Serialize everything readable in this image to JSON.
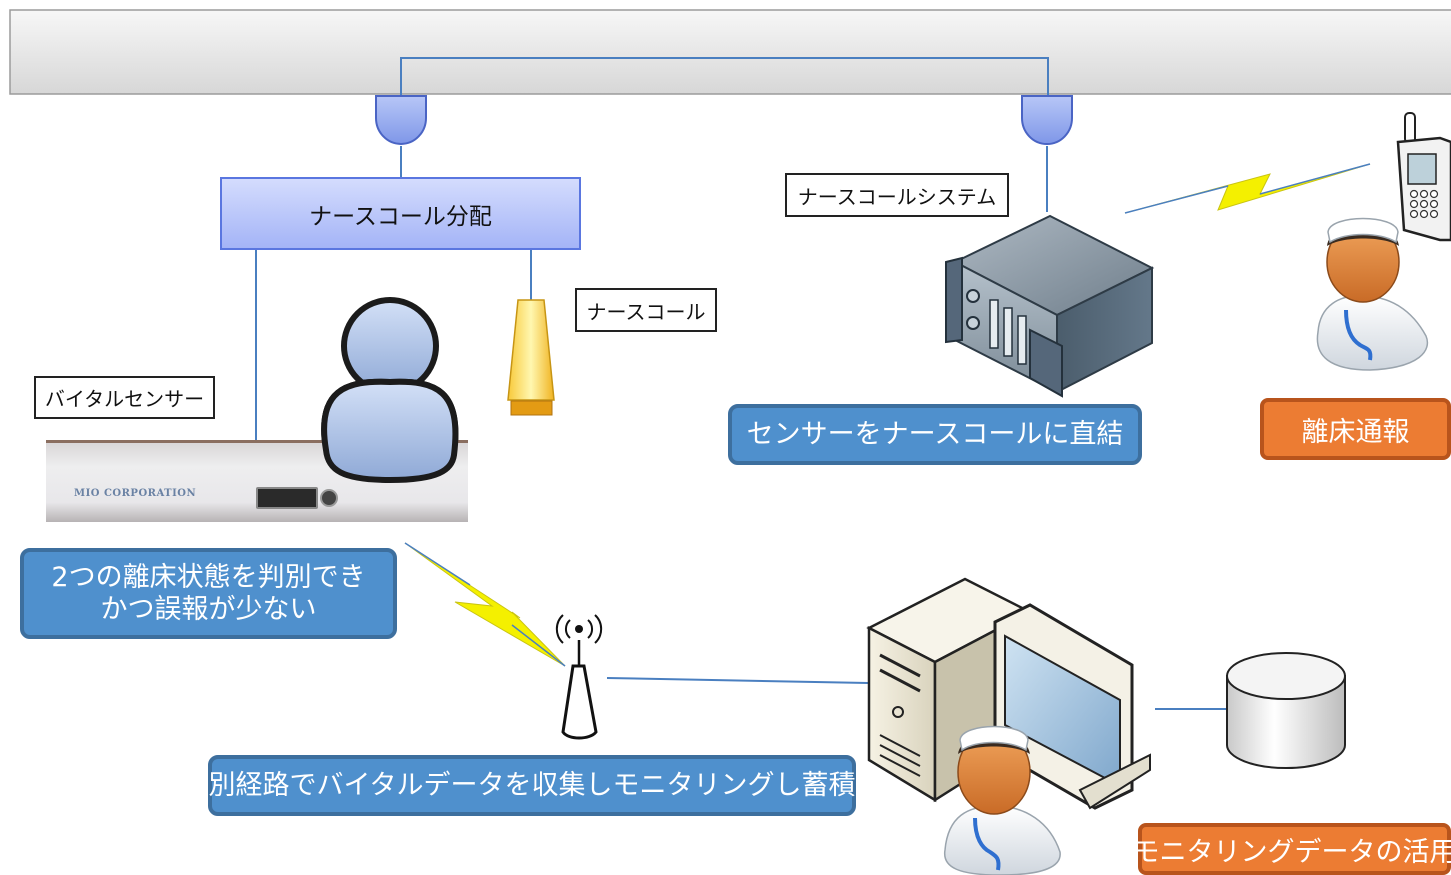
{
  "labels": {
    "distribution": "ナースコール分配",
    "nurse_call": "ナースコール",
    "vital_sensor": "バイタルセンサー",
    "nurse_call_system": "ナースコールシステム"
  },
  "callouts": {
    "direct_connect": "センサーをナースコールに直結",
    "bed_exit_line1": "2つの離床状態を判別でき",
    "bed_exit_line2": "かつ誤報が少ない",
    "collect_data": "別経路でバイタルデータを収集しモニタリングし蓄積",
    "bed_exit_alert": "離床通報",
    "data_use": "モニタリングデータの活用"
  },
  "device": {
    "brand": "MIO CORPORATION"
  },
  "colors": {
    "callout_blue": "#4f90cd",
    "callout_orange": "#ec7c33",
    "connector_line": "#4a7fc0",
    "lightning": "#f4f000"
  },
  "icons": {
    "connector_left": "connector-plug-icon",
    "connector_right": "connector-plug-icon",
    "lamp": "nurse-call-lamp-icon",
    "server": "server-icon",
    "phone": "mobile-phone-icon",
    "nurse_top": "nurse-icon",
    "nurse_bottom": "nurse-icon",
    "patient": "person-icon",
    "antenna": "wireless-antenna-icon",
    "computer": "desktop-computer-icon",
    "database": "database-icon"
  }
}
